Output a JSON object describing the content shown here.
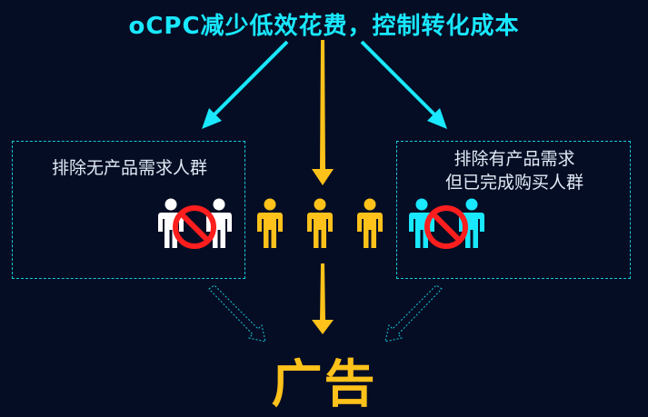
{
  "title": "oCPC减少低效花费，控制转化成本",
  "left_box": {
    "text": "排除无产品需求人群"
  },
  "right_box": {
    "line1": "排除有产品需求",
    "line2": "但已完成购买人群"
  },
  "footer": "广告",
  "colors": {
    "background": "#050d24",
    "cyan": "#19e8ff",
    "yellow": "#ffc21a",
    "white_person": "#ffffff",
    "ban_red": "#ff1e1e"
  }
}
